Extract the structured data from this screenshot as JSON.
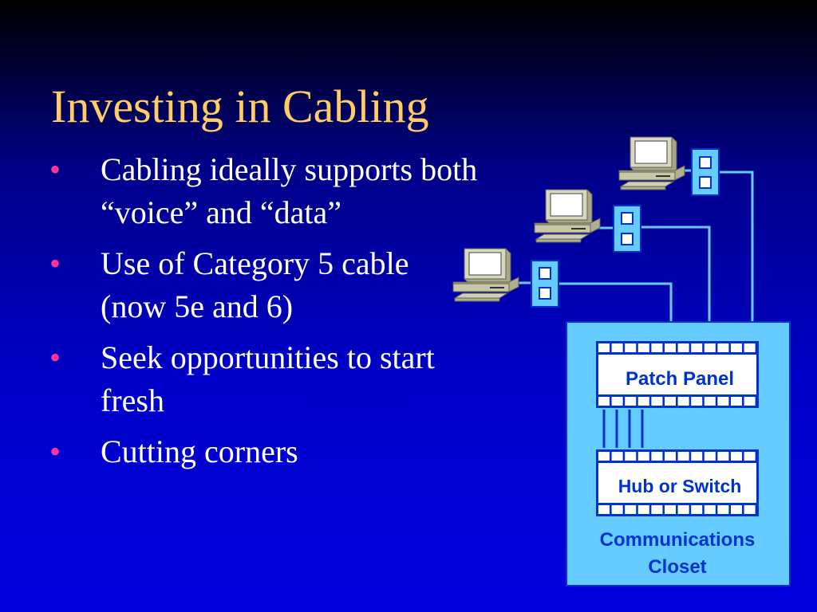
{
  "slide": {
    "title": "Investing in Cabling",
    "bullets": [
      "Cabling ideally supports both “voice” and “data”",
      "Use of Category 5 cable (now 5e and 6)",
      "Seek opportunities to start fresh",
      "Cutting corners"
    ]
  },
  "diagram": {
    "patch_panel_label": "Patch Panel",
    "hub_label": "Hub or Switch",
    "closet_label_line1": "Communications",
    "closet_label_line2": "Closet",
    "colors": {
      "closet_fill": "#66ccff",
      "panel_blue": "#0033cc",
      "cable": "#66ccff",
      "computer_beige": "#c8c8a8"
    }
  }
}
